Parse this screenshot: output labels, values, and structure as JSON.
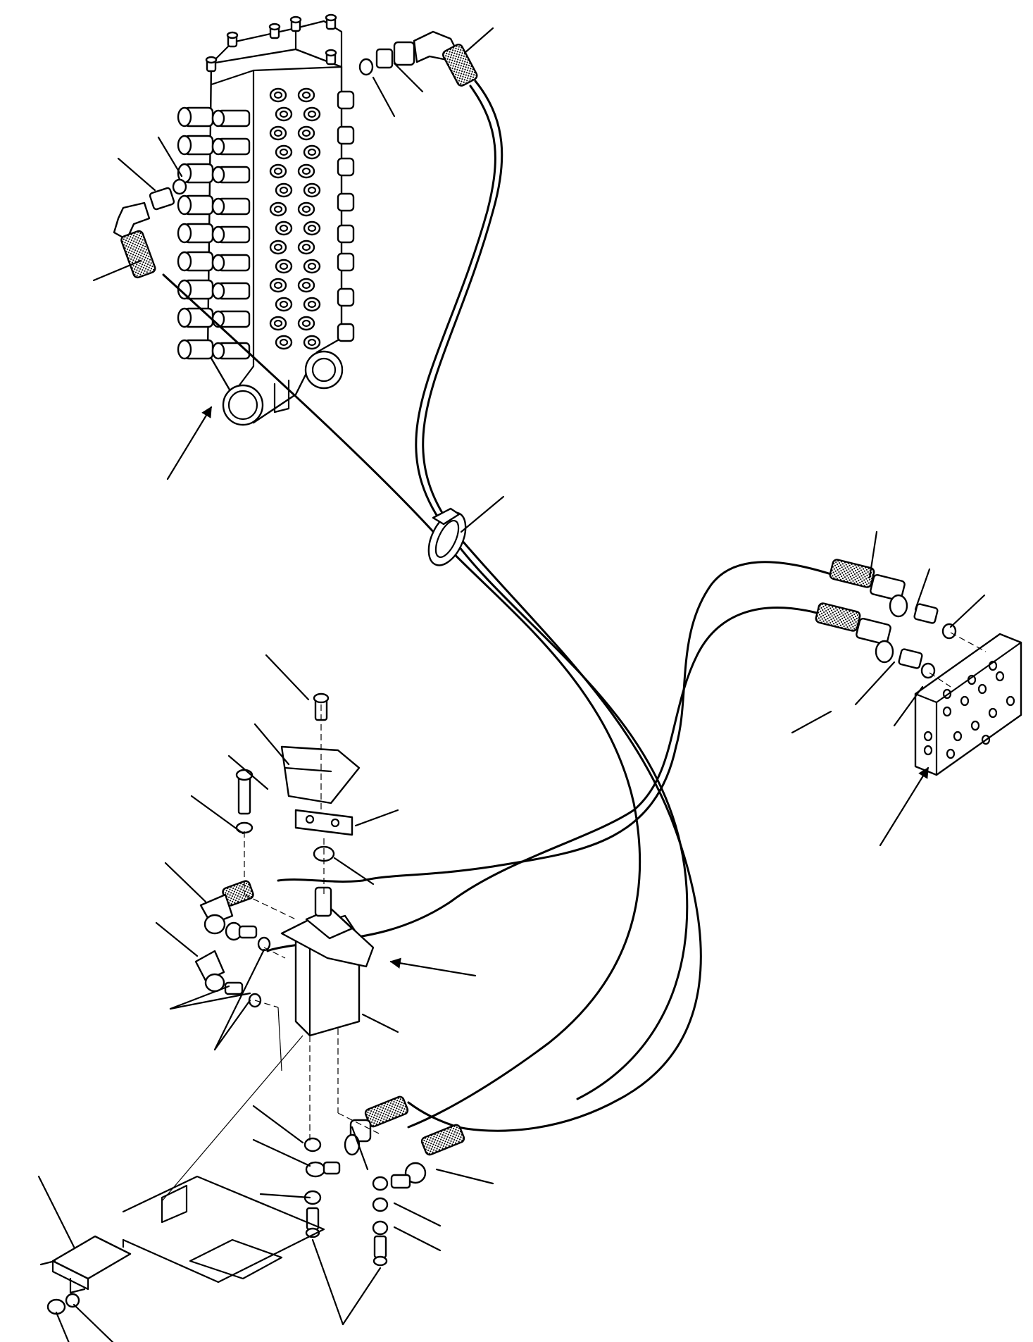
{
  "figure": {
    "title": "",
    "callout_labels": [],
    "colors": {
      "ink": "#000000",
      "paper": "#ffffff"
    },
    "components": [
      "control-valve",
      "hose-upper-right",
      "hose-upper-left",
      "hose-clamp",
      "pedal-valve",
      "junction-block",
      "pedal-bracket",
      "pedal-plate",
      "floor-plate"
    ]
  }
}
